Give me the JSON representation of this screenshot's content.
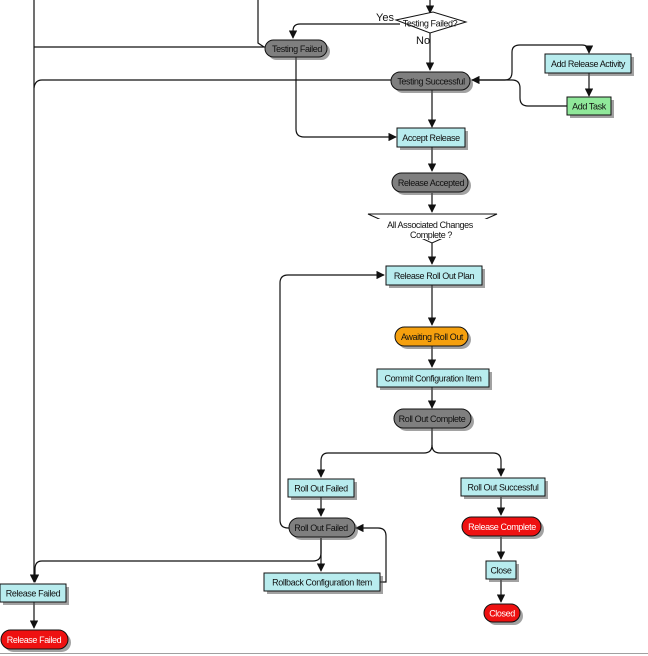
{
  "colors": {
    "state_gray": "#7f7f7f",
    "state_red": "#ee1111",
    "state_orange": "#f5a00e",
    "activity_cyan": "#b8ecee",
    "activity_green": "#90e89a",
    "edge": "#111111"
  },
  "edge_labels": {
    "yes": "Yes",
    "no": "No"
  },
  "decisions": {
    "testing_failed_decision": "Testing Failed?",
    "all_changes_line1": "All Associated Changes",
    "all_changes_line2": "Complete ?"
  },
  "states": {
    "testing_failed": "Testing Failed",
    "testing_successful": "Testing Successful",
    "release_accepted": "Release Accepted",
    "awaiting_roll_out": "Awaiting Roll Out",
    "roll_out_complete": "Roll Out Complete",
    "roll_out_failed_state": "Roll Out Failed",
    "release_complete": "Release Complete",
    "closed": "Closed",
    "release_failed_state": "Release Failed"
  },
  "activities": {
    "add_release_activity": "Add Release Activity",
    "add_task": "Add Task",
    "accept_release": "Accept Release",
    "release_roll_out_plan": "Release Roll Out Plan",
    "commit_configuration_item": "Commit Configuration Item",
    "roll_out_failed": "Roll Out Failed",
    "roll_out_successful": "Roll Out Successful",
    "rollback_configuration_item": "Rollback Configuration Item",
    "close": "Close",
    "release_failed": "Release Failed"
  }
}
